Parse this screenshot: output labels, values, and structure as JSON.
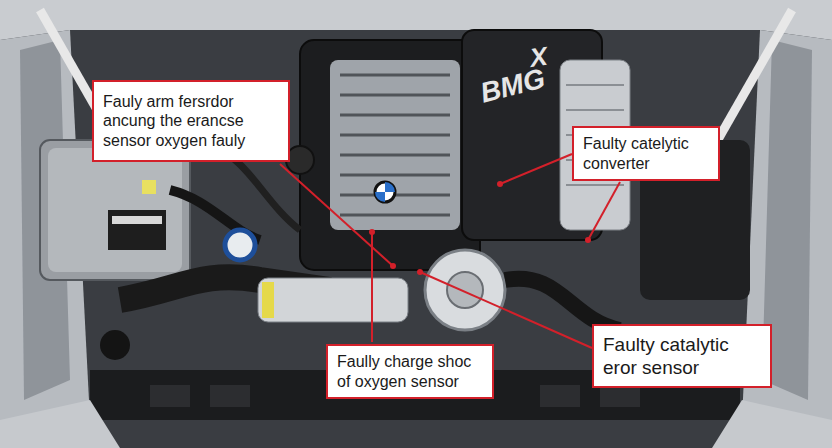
{
  "diagram": {
    "nodes": [
      {
        "text": [
          "Fauly arm fersrdor ancung the erancse sensor oxygen fauly"
        ]
      },
      {
        "text": [
          "Faulty catelytic converter"
        ]
      },
      {
        "text": [
          "Faully charge shoc of oxygen sensor"
        ]
      },
      {
        "text": [
          "Faulty catalytic eror sensor"
        ]
      }
    ],
    "labels": [
      "X",
      "BMG"
    ]
  }
}
